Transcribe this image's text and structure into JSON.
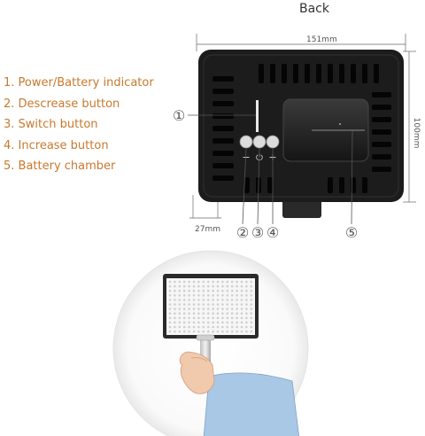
{
  "title": "Back",
  "legend": [
    "1. Power/Battery indicator",
    "2. Descrease button",
    "3. Switch button",
    "4. Increase button",
    "5. Battery chamber"
  ],
  "dimensions": {
    "width": "151mm",
    "height": "100mm",
    "depth": "27mm"
  },
  "callouts": [
    "①",
    "②",
    "③",
    "④",
    "⑤"
  ],
  "button_symbols": {
    "decrease": "−",
    "switch": "⏻",
    "increase": "+"
  },
  "colors": {
    "legend_text": "#c8782e",
    "panel_body": "#1c1c1c",
    "leader_line": "#555555"
  }
}
